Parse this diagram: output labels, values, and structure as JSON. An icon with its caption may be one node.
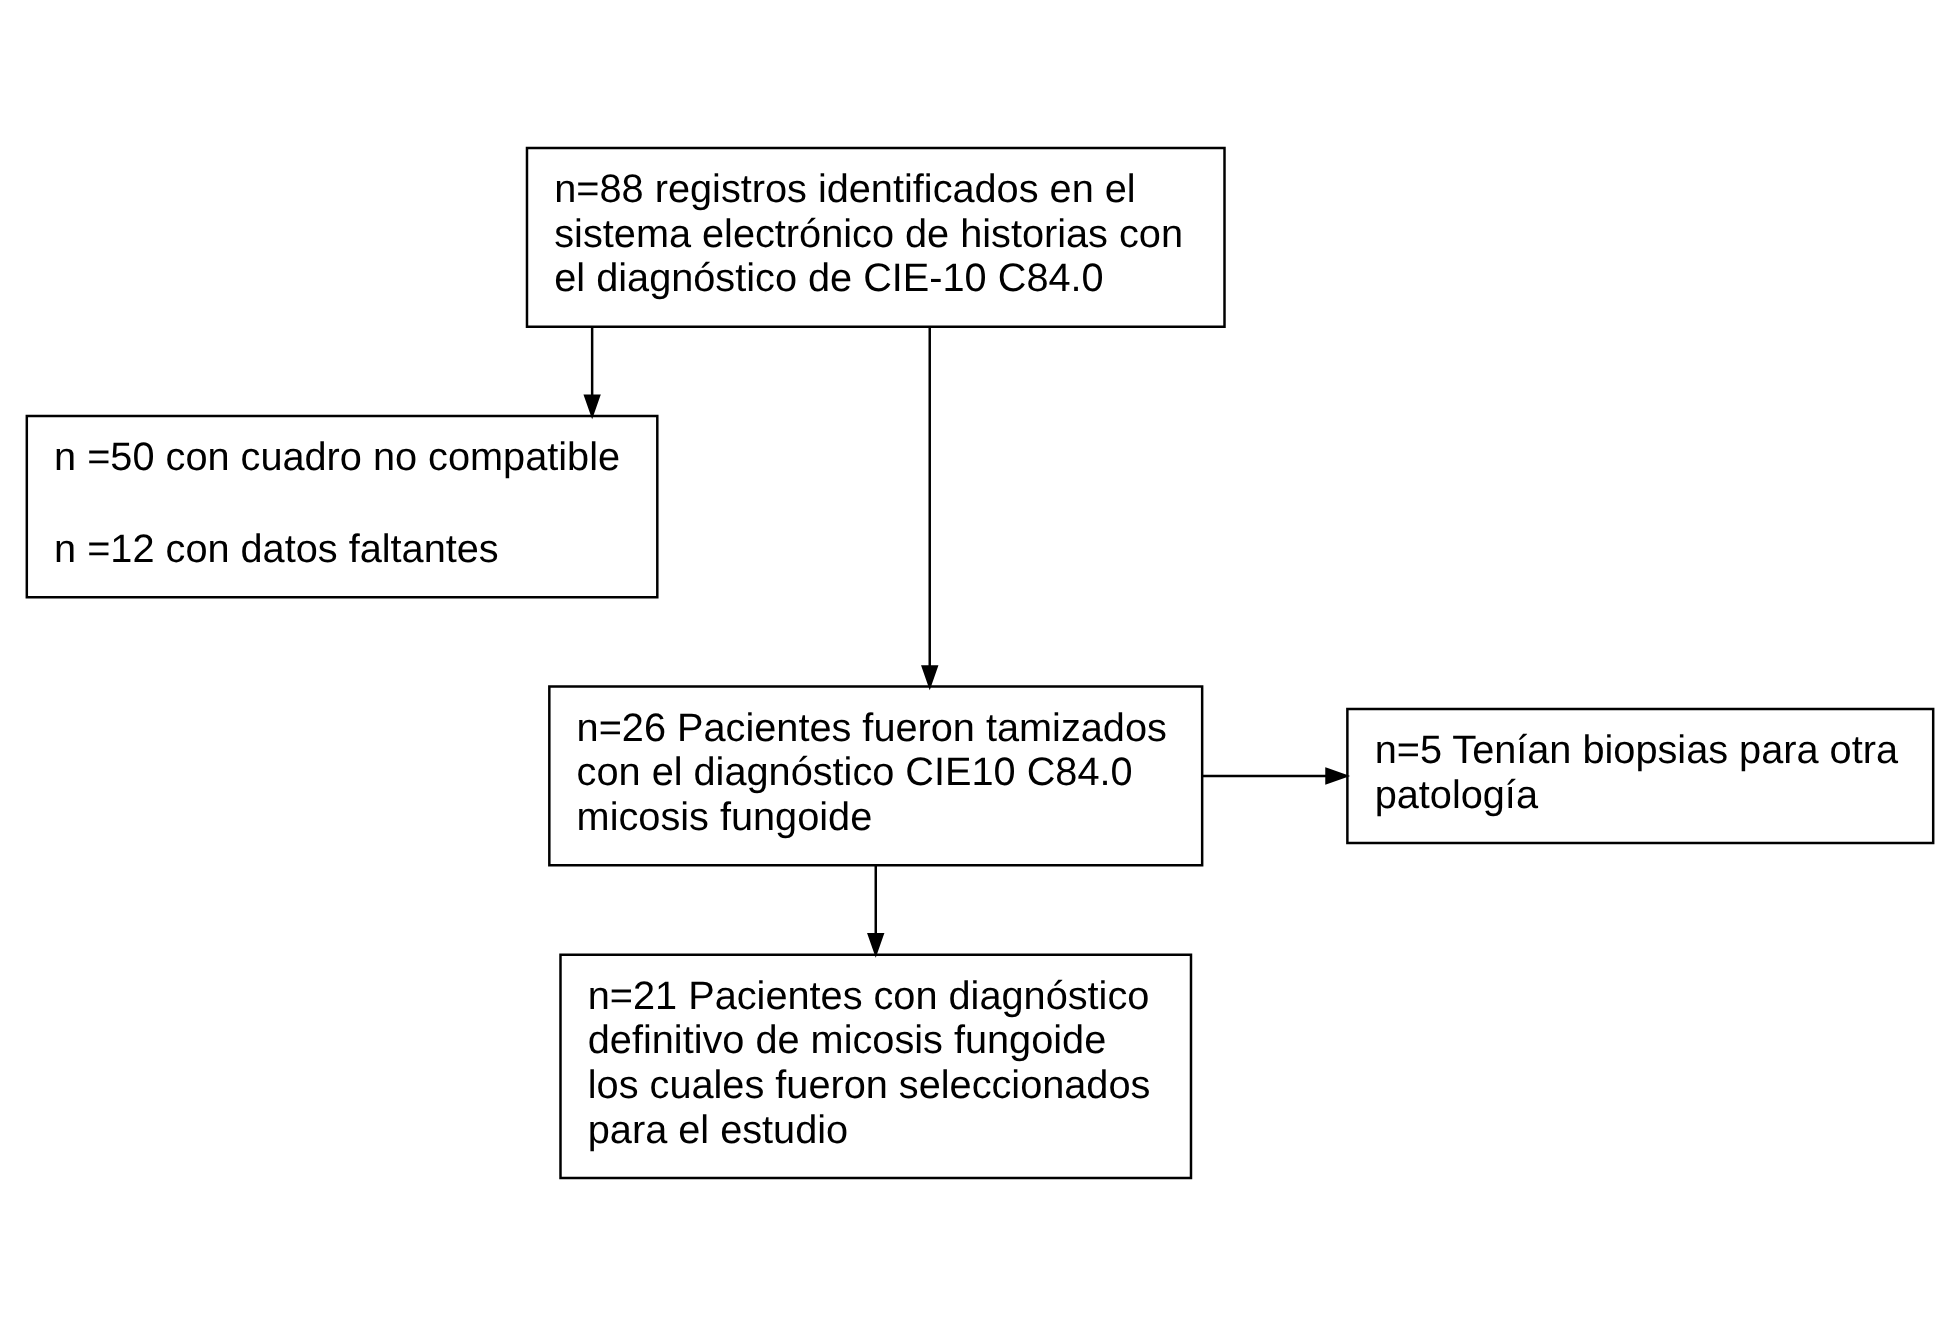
{
  "diagram": {
    "nodes": [
      {
        "text": [
          "n=88 registros identificados en el sistema electrónico de historias con el diagnóstico de CIE-10 C84.0"
        ]
      },
      {
        "text": [
          "n =50 con cuadro no compatible",
          "n =12 con datos faltantes"
        ]
      },
      {
        "text": [
          "n=26 Pacientes fueron tamizados con el diagnóstico CIE10 C84.0 micosis fungoide"
        ]
      },
      {
        "text": [
          "n=5 Tenían biopsias para otra patología"
        ]
      },
      {
        "text": [
          "n=21 Pacientes con diagnóstico definitivo de micosis fungoide los cuales fueron seleccionados para el estudio"
        ]
      }
    ],
    "edges": [
      {
        "from": 0,
        "to": 2,
        "arrow": "to"
      },
      {
        "from": 0,
        "to": 1,
        "arrow": "to"
      },
      {
        "from": 2,
        "to": 3,
        "arrow": "to"
      },
      {
        "from": 2,
        "to": 4,
        "arrow": "to"
      }
    ]
  }
}
